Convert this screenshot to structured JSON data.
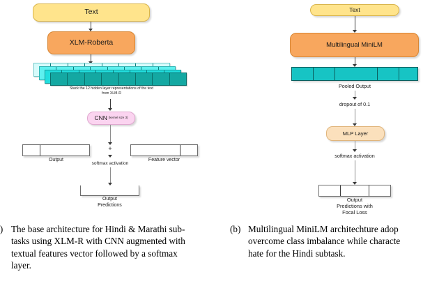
{
  "figure": {
    "panel_a": {
      "id": "a",
      "nodes": {
        "text": "Text",
        "encoder": "XLM-Roberta",
        "stack_note_line1": "Stack the 12 hidden layer representations of the text",
        "stack_note_line2": "from XLM-R",
        "cnn_main": "CNN",
        "cnn_sub": "(kernel size 3)",
        "plus": "+",
        "output_label": "Output",
        "feature_label": "Feature vector",
        "softmax": "softmax activation",
        "final_line1": "Output",
        "final_line2": "Predictions"
      },
      "colors": {
        "text_box": "#ffe48c",
        "encoder_box": "#f8a75e",
        "cnn_box": "#fbd4f0",
        "stack_light": "#d6fbfb",
        "stack_mid": "#2ae3e3",
        "stack_dark": "#17b5b0",
        "stack_darkest": "#109c98"
      },
      "caption": {
        "marker": "a)",
        "lines": [
          "The base architecture for Hindi & Marathi sub-",
          "tasks using XLM-R with CNN augmented with",
          "textual features vector followed by a softmax",
          "layer."
        ]
      }
    },
    "panel_b": {
      "id": "b",
      "nodes": {
        "text": "Text",
        "encoder": "Multilingual MiniLM",
        "pooled_label": "Pooled Output",
        "dropout": "dropout of 0.1",
        "mlp": "MLP Layer",
        "softmax": "softmax activation",
        "final_line1": "Output",
        "final_line2": "Predictions with",
        "final_line3": "Focal Loss"
      },
      "colors": {
        "text_box": "#ffe48c",
        "encoder_box": "#f8a75e",
        "mlp_box": "#fbe0bc",
        "pooled_bar": "#17c4c4"
      },
      "caption": {
        "marker": "(b)",
        "lines": [
          "Multilingual MiniLM architechture adop",
          "overcome class imbalance while characte",
          "hate for the Hindi subtask."
        ]
      }
    }
  }
}
